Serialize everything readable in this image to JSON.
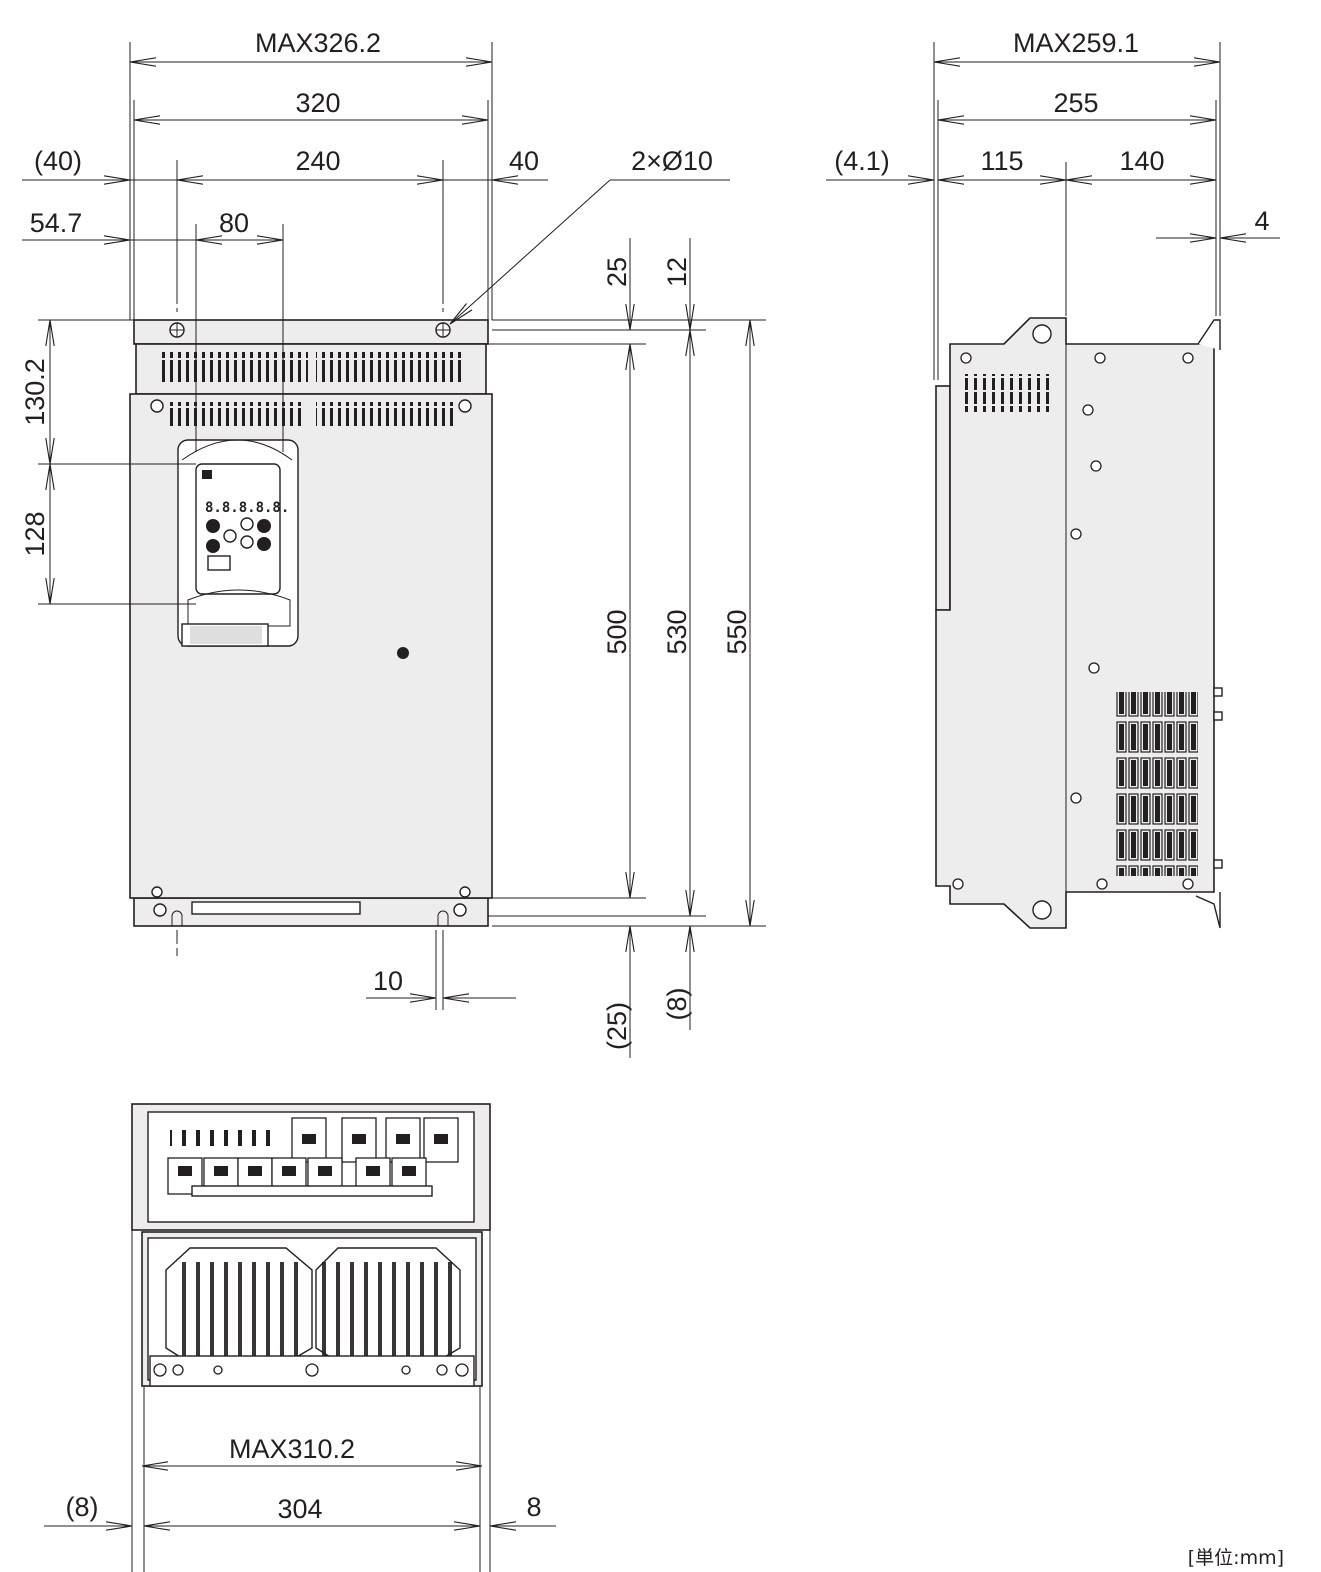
{
  "drawing": {
    "front_view": {
      "dim_max_width": "MAX326.2",
      "dim_width": "320",
      "dim_left_offset": "(40)",
      "dim_hole_pitch": "240",
      "dim_right_offset": "40",
      "dim_hole_spec": "2×Ø10",
      "dim_panel_offset": "54.7",
      "dim_panel_width": "80",
      "dim_top_margin": "25",
      "dim_top_flange": "12",
      "dim_upper_height": "130.2",
      "dim_panel_height": "128",
      "dim_hole_vertical": "500",
      "dim_body_height": "530",
      "dim_total_height": "550",
      "dim_bottom_slot": "10",
      "dim_bottom_margin": "(25)",
      "dim_bottom_flange": "(8)",
      "keypad_display": "8.8.8.8.8."
    },
    "side_view": {
      "dim_max_depth": "MAX259.1",
      "dim_depth": "255",
      "dim_front_offset": "(4.1)",
      "dim_front_depth": "115",
      "dim_rear_depth": "140",
      "dim_rear_flange": "4"
    },
    "bottom_view": {
      "dim_max_width": "MAX310.2",
      "dim_width": "304",
      "dim_left_offset": "(8)",
      "dim_right_offset": "8"
    },
    "unit_label": "[単位:mm]"
  }
}
